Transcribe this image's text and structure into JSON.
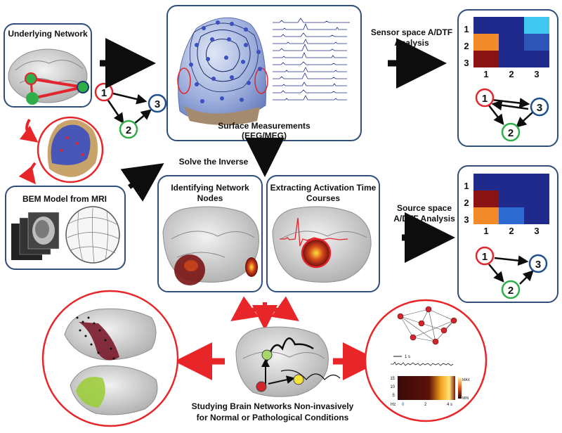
{
  "panels": {
    "underlying_network": {
      "title": "Underlying Network"
    },
    "bem_model": {
      "title": "BEM Model from MRI"
    },
    "surface": {
      "caption_line1": "Surface Measurements",
      "caption_line2": "(EEG/MEG)"
    },
    "solve": {
      "label": "Solve the Inverse"
    },
    "nodes": {
      "title_line1": "Identifying Network",
      "title_line2": "Nodes"
    },
    "timecourses": {
      "title_line1": "Extracting Activation Time",
      "title_line2": "Courses"
    },
    "sensor_analysis": {
      "label_line1": "Sensor space A/DTF",
      "label_line2": "Analysis"
    },
    "source_analysis": {
      "label_line1": "Source space",
      "label_line2": "A/DTF Analysis"
    },
    "bottom": {
      "caption_line1": "Studying Brain Networks Non-invasively",
      "caption_line2": "for Normal or Pathological Conditions"
    }
  },
  "graph_nodes": {
    "n1": "1",
    "n2": "2",
    "n3": "3"
  },
  "matrix": {
    "row_labels": [
      "1",
      "2",
      "3"
    ],
    "col_labels": [
      "1",
      "2",
      "3"
    ]
  },
  "spectrogram": {
    "time_scale": "1 s",
    "y_ticks": [
      "15",
      "10",
      "5"
    ],
    "y_unit": "Hz",
    "x_ticks": [
      "0",
      "2",
      "4 s"
    ],
    "cbar_max": "MAX",
    "cbar_min": "MIN"
  },
  "colors": {
    "panel_border": "#2f4f7a",
    "arrow": "#0d0d0d",
    "red_arrow": "#e8262a",
    "node_red": "#e3262d",
    "node_green": "#2fae4a",
    "node_blue": "#1f4f8f",
    "matrix_bg": "#1f2a8c"
  }
}
